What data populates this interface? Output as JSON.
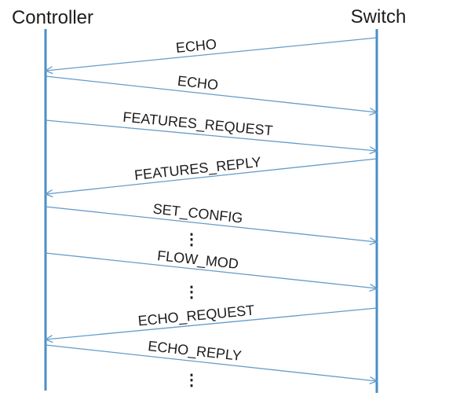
{
  "diagram": {
    "type": "sequence-diagram",
    "actors": [
      {
        "id": "controller",
        "label": "Controller"
      },
      {
        "id": "switch",
        "label": "Switch"
      }
    ],
    "messages": [
      {
        "label": "ECHO",
        "from": "Switch",
        "to": "Controller"
      },
      {
        "label": "ECHO",
        "from": "Controller",
        "to": "Switch"
      },
      {
        "label": "FEATURES_REQUEST",
        "from": "Controller",
        "to": "Switch"
      },
      {
        "label": "FEATURES_REPLY",
        "from": "Switch",
        "to": "Controller"
      },
      {
        "label": "SET_CONFIG",
        "from": "Controller",
        "to": "Switch"
      },
      {
        "label": "FLOW_MOD",
        "from": "Controller",
        "to": "Switch"
      },
      {
        "label": "ECHO_REQUEST",
        "from": "Switch",
        "to": "Controller"
      },
      {
        "label": "ECHO_REPLY",
        "from": "Controller",
        "to": "Switch"
      }
    ],
    "ellipses": [
      {
        "symbol": "⋮"
      },
      {
        "symbol": "⋮"
      },
      {
        "symbol": "⋮"
      }
    ],
    "colors": {
      "lifeline": "#4a8ec6",
      "arrow": "#649cca",
      "text": "#1c1c1c"
    }
  }
}
